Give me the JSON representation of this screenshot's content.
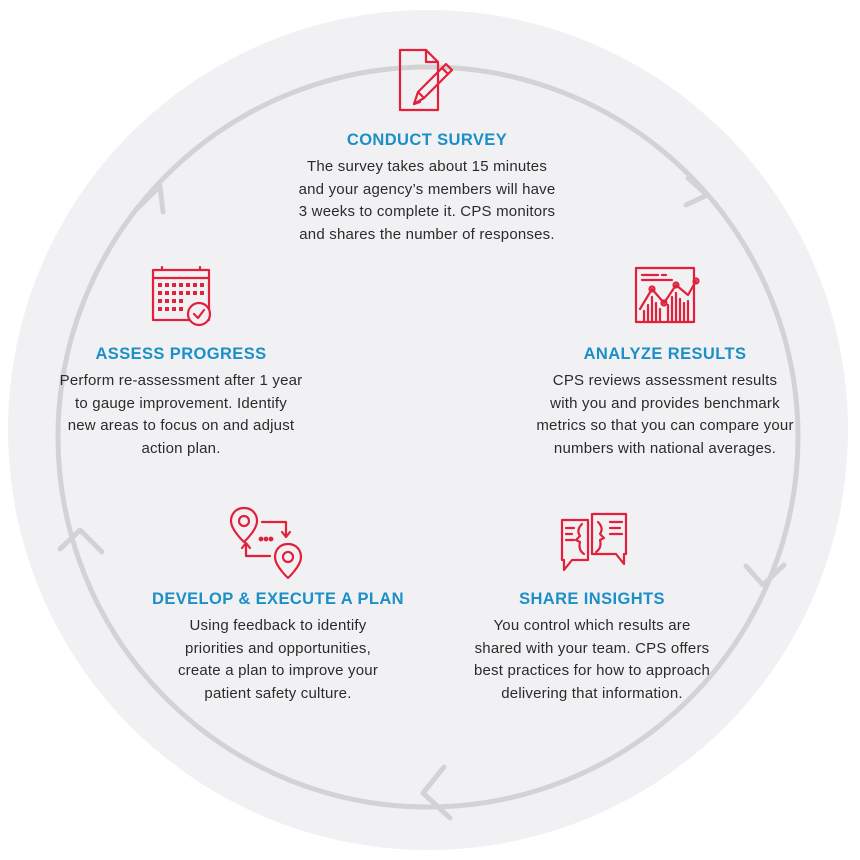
{
  "colors": {
    "circle_fill": "#f1f1f3",
    "ring": "#d3d3d6",
    "heading": "#1b8fc7",
    "icon": "#e3203b",
    "text": "#2b2b2b"
  },
  "steps": [
    {
      "id": "conduct-survey",
      "icon": "document-pencil-icon",
      "title": "CONDUCT SURVEY",
      "lines": [
        "The survey takes about 15 minutes",
        "and your agency’s members will have",
        "3 weeks to complete it. CPS monitors",
        "and shares the number of responses."
      ]
    },
    {
      "id": "analyze-results",
      "icon": "analytics-chart-icon",
      "title": "ANALYZE RESULTS",
      "lines": [
        "CPS reviews assessment results",
        "with you and provides benchmark",
        "metrics so that you can compare your",
        "numbers with national averages."
      ]
    },
    {
      "id": "share-insights",
      "icon": "speech-bubbles-faces-icon",
      "title": "SHARE INSIGHTS",
      "lines": [
        "You control which results are",
        "shared with your team. CPS offers",
        "best practices for how to approach",
        "delivering that information."
      ]
    },
    {
      "id": "develop-plan",
      "icon": "route-pins-icon",
      "title": "DEVELOP & EXECUTE A PLAN",
      "lines": [
        "Using feedback to identify",
        "priorities and opportunities,",
        "create a plan to improve your",
        "patient safety culture."
      ]
    },
    {
      "id": "assess-progress",
      "icon": "calendar-check-icon",
      "title": "ASSESS PROGRESS",
      "lines": [
        "Perform re-assessment after 1 year",
        "to gauge improvement. Identify",
        "new areas to focus on and adjust",
        "action plan."
      ]
    }
  ]
}
